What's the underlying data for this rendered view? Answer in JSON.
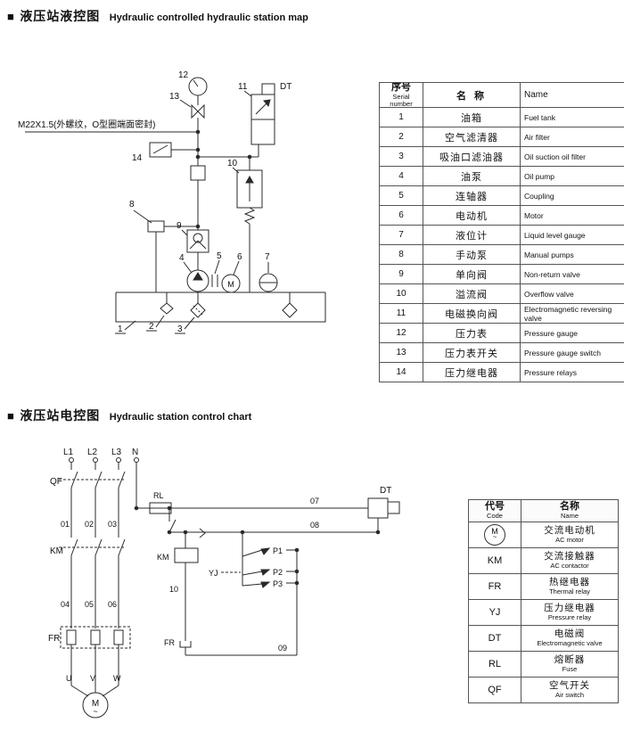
{
  "sections": {
    "s1": {
      "marker": "■",
      "title_zh": "液压站液控图",
      "title_en": "Hydraulic controlled hydraulic station map"
    },
    "s2": {
      "marker": "■",
      "title_zh": "液压站电控图",
      "title_en": "Hydraulic station control chart"
    }
  },
  "hydraulic_diagram": {
    "note": "M22X1.5(外螺纹，O型圈端面密封)",
    "labels": {
      "n1": "1",
      "n2": "2",
      "n3": "3",
      "n4": "4",
      "n5": "5",
      "n6": "6",
      "n7": "7",
      "n8": "8",
      "n9": "9",
      "n10": "10",
      "n11": "11",
      "n12": "12",
      "n13": "13",
      "n14": "14",
      "dt": "DT",
      "motor": "M"
    }
  },
  "component_table": {
    "header": {
      "no_zh": "序号",
      "no_en": "Serial number",
      "name_zh": "名 称",
      "name_en": "Name"
    },
    "rows": [
      {
        "no": "1",
        "zh": "油箱",
        "en": "Fuel tank"
      },
      {
        "no": "2",
        "zh": "空气滤清器",
        "en": "Air filter"
      },
      {
        "no": "3",
        "zh": "吸油口滤油器",
        "en": "Oil suction oil filter"
      },
      {
        "no": "4",
        "zh": "油泵",
        "en": "Oil pump"
      },
      {
        "no": "5",
        "zh": "连轴器",
        "en": "Coupling"
      },
      {
        "no": "6",
        "zh": "电动机",
        "en": "Motor"
      },
      {
        "no": "7",
        "zh": "液位计",
        "en": "Liquid level gauge"
      },
      {
        "no": "8",
        "zh": "手动泵",
        "en": "Manual pumps"
      },
      {
        "no": "9",
        "zh": "单向阀",
        "en": "Non-return valve"
      },
      {
        "no": "10",
        "zh": "溢流阀",
        "en": "Overflow valve"
      },
      {
        "no": "11",
        "zh": "电磁换向阀",
        "en": "Electromagnetic reversing valve"
      },
      {
        "no": "12",
        "zh": "压力表",
        "en": "Pressure gauge"
      },
      {
        "no": "13",
        "zh": "压力表开关",
        "en": "Pressure gauge switch"
      },
      {
        "no": "14",
        "zh": "压力继电器",
        "en": "Pressure relays"
      }
    ]
  },
  "control_diagram": {
    "labels": {
      "l1": "L1",
      "l2": "L2",
      "l3": "L3",
      "n": "N",
      "qf": "QF",
      "km": "KM",
      "fr": "FR",
      "rl": "RL",
      "yj": "YJ",
      "dt": "DT",
      "w01": "01",
      "w02": "02",
      "w03": "03",
      "w04": "04",
      "w05": "05",
      "w06": "06",
      "w07": "07",
      "w08": "08",
      "w09": "09",
      "w10": "10",
      "p1": "P1",
      "p2": "P2",
      "p3": "P3",
      "u": "U",
      "v": "V",
      "w": "W",
      "motor": "M",
      "tilde": "~"
    }
  },
  "code_table": {
    "header": {
      "code_zh": "代号",
      "code_en": "Code",
      "name_zh": "名称",
      "name_en": "Name"
    },
    "rows": [
      {
        "code": "M",
        "code_sub": "~",
        "zh": "交流电动机",
        "en": "AC motor"
      },
      {
        "code": "KM",
        "zh": "交流接触器",
        "en": "AC contactor"
      },
      {
        "code": "FR",
        "zh": "热继电器",
        "en": "Thermal relay"
      },
      {
        "code": "YJ",
        "zh": "压力继电器",
        "en": "Pressure relay"
      },
      {
        "code": "DT",
        "zh": "电磁阀",
        "en": "Electromagnetic valve"
      },
      {
        "code": "RL",
        "zh": "熔断器",
        "en": "Fuse"
      },
      {
        "code": "QF",
        "zh": "空气开关",
        "en": "Air switch"
      }
    ]
  }
}
